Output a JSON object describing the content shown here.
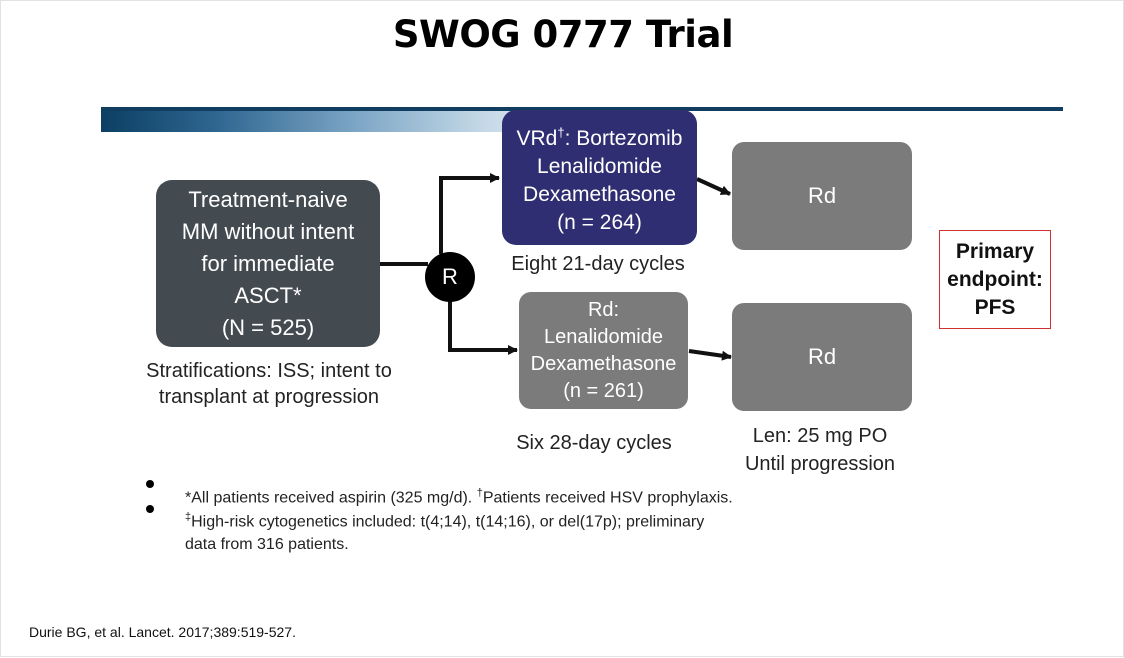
{
  "title": "SWOG 0777 Trial",
  "colors": {
    "population_box": "#434a50",
    "vrd_box": "#302e72",
    "rd_box": "#7b7b7b",
    "randomize_circle": "#000000",
    "endpoint_border": "#d03030",
    "band": "#113e60"
  },
  "population": {
    "lines": [
      "Treatment-naive",
      "MM without intent",
      "for immediate",
      "ASCT*",
      "(N = 525)"
    ]
  },
  "stratifications": {
    "lines": [
      "Stratifications: ISS; intent to",
      "transplant at progression"
    ]
  },
  "randomize": {
    "label": "R"
  },
  "arm_vrd": {
    "line1_prefix": "VRd",
    "line1_mark": "†",
    "line1_suffix": ": Bortezomib",
    "line2": "Lenalidomide",
    "line3": "Dexamethasone",
    "line4": "(n = 264)",
    "cycles": "Eight 21-day cycles",
    "maintenance": "Rd"
  },
  "arm_rd": {
    "lines": [
      "Rd:",
      "Lenalidomide",
      "Dexamethasone",
      "(n = 261)"
    ],
    "cycles": "Six 28-day cycles",
    "maintenance": "Rd"
  },
  "maintenance_note": {
    "lines": [
      "Len: 25 mg PO",
      "Until progression"
    ]
  },
  "endpoint": {
    "lines": [
      "Primary",
      "endpoint:",
      "PFS"
    ]
  },
  "footnotes": {
    "note1_a": "*All patients received aspirin (325 mg/d). ",
    "note1_mark": "†",
    "note1_b": "Patients received HSV prophylaxis.",
    "note2_mark": "‡",
    "note2_line1": "High-risk cytogenetics included: t(4;14), t(14;16), or del(17p); preliminary",
    "note2_line2": "data from 316 patients."
  },
  "reference": "Durie BG, et al. Lancet. 2017;389:519-527."
}
